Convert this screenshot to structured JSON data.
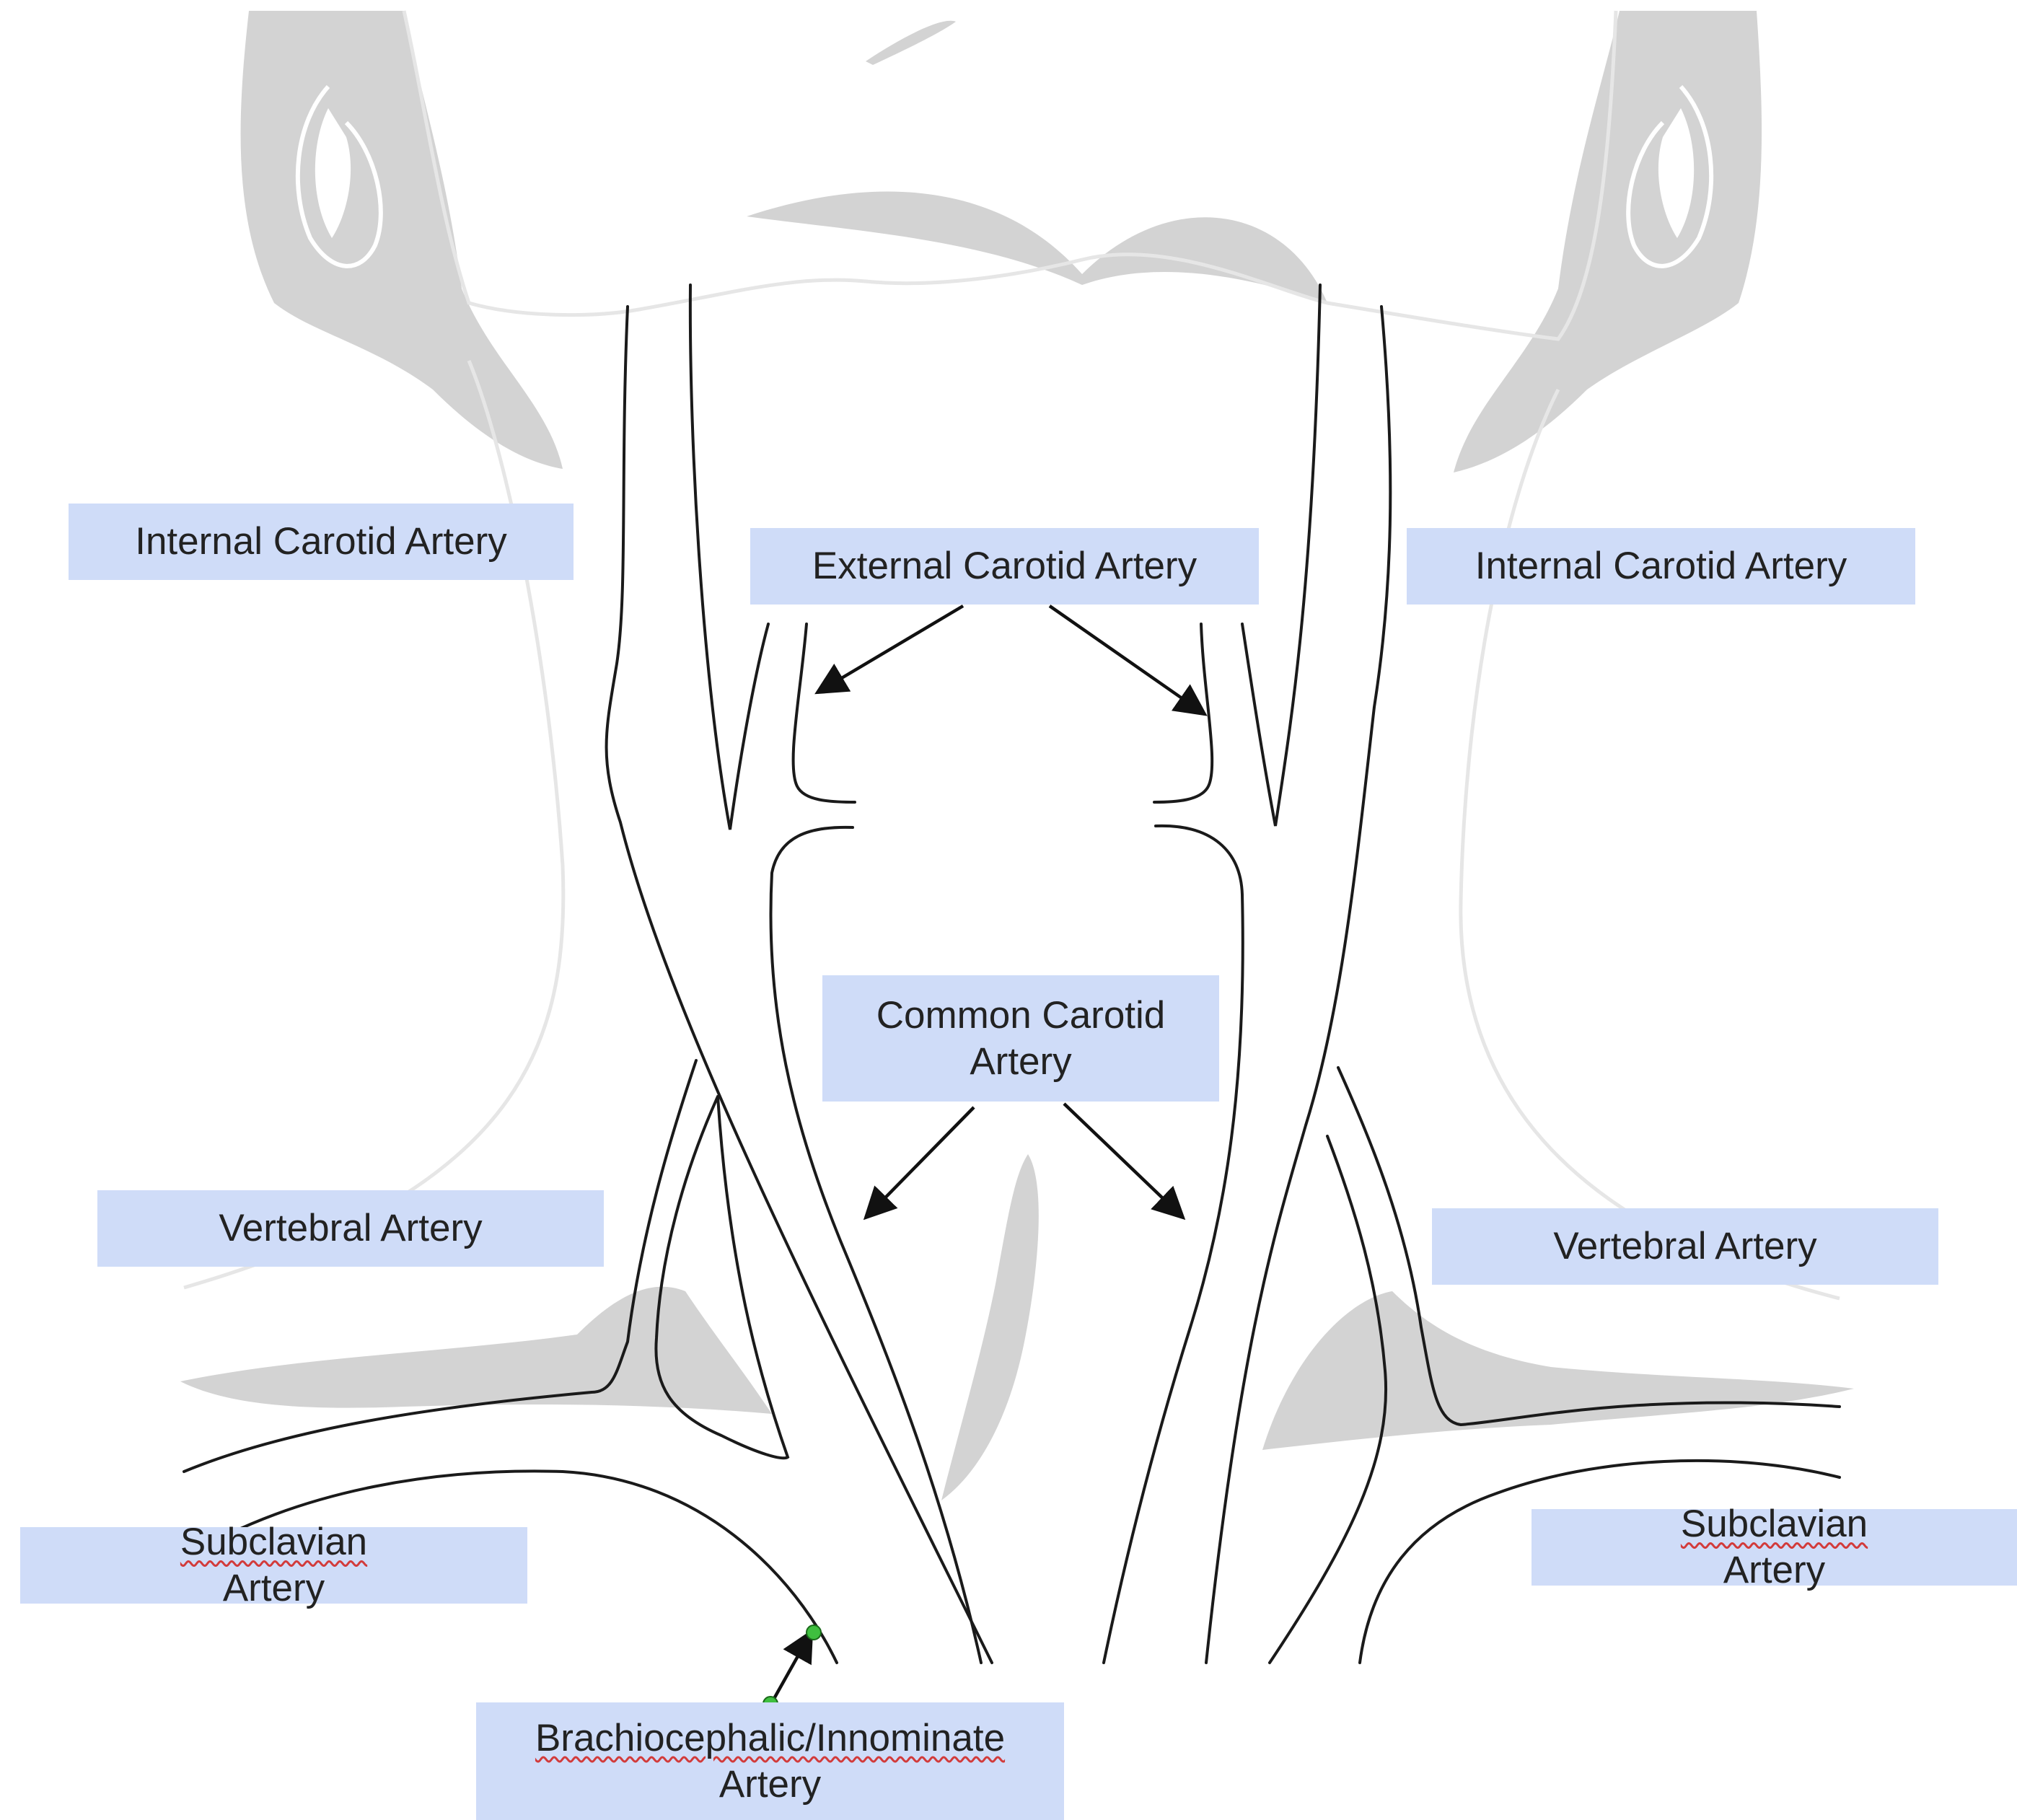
{
  "labels": {
    "internal_carotid_left": "Internal Carotid Artery",
    "external_carotid": "External Carotid Artery",
    "internal_carotid_right": "Internal Carotid Artery",
    "common_carotid": "Common Carotid Artery",
    "vertebral_left": "Vertebral Artery",
    "vertebral_right": "Vertebral Artery",
    "subclavian_left_word": "Subclavian",
    "subclavian_left_rest": " Artery",
    "subclavian_right_word": "Subclavian",
    "subclavian_right_rest": " Artery",
    "brachiocephalic_line1": "Brachiocephalic/Innominate",
    "brachiocephalic_line2": "Artery"
  },
  "colors": {
    "label_fill": "#cfdcf8",
    "silhouette": "#d3d3d3",
    "vessel_line": "#1a1a1a",
    "arrow": "#111111",
    "handle": "#3fbf3f",
    "spellcheck": "#d23b3b"
  }
}
